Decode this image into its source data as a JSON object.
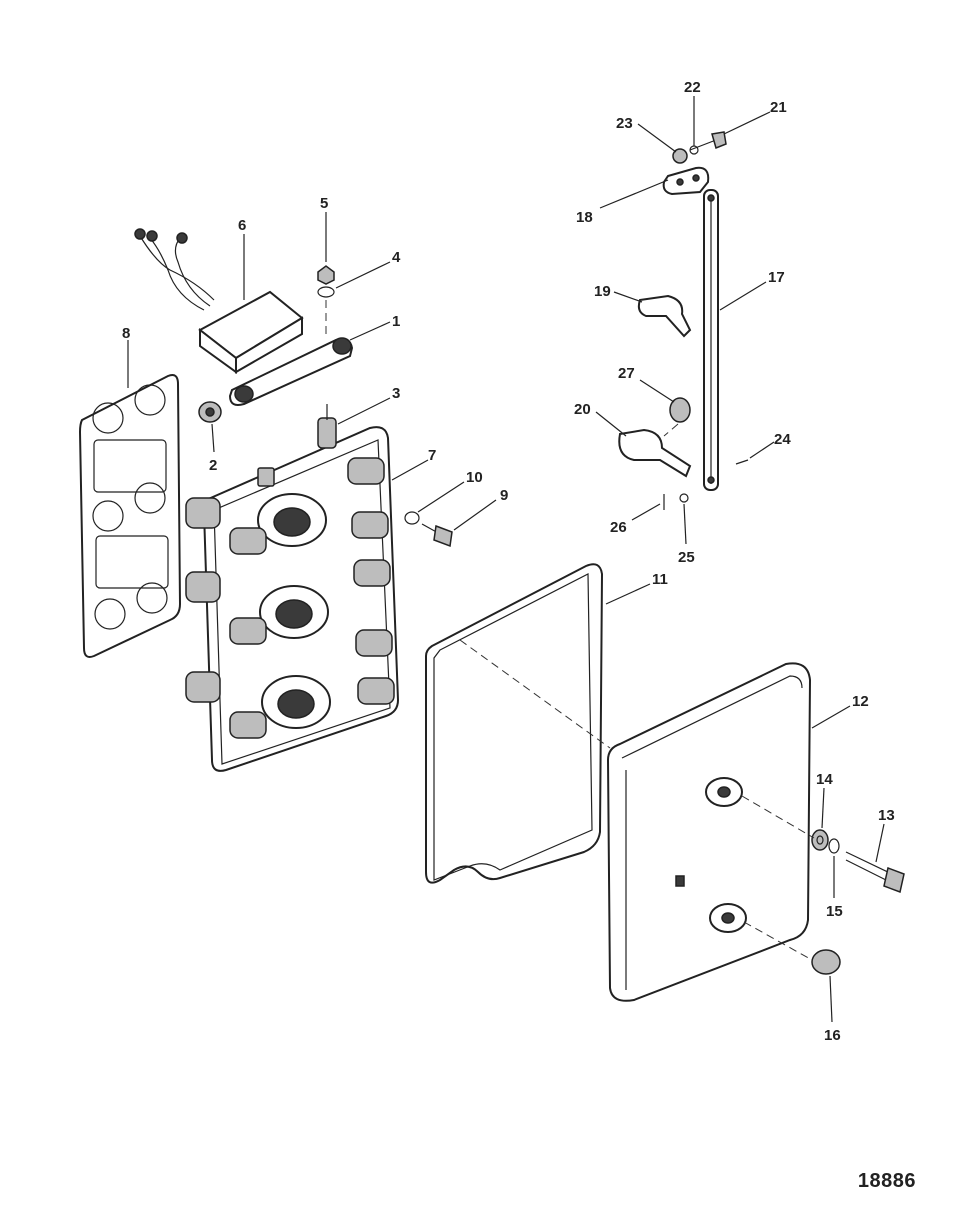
{
  "diagram": {
    "figure_number": "18886",
    "callouts": [
      "1",
      "2",
      "3",
      "4",
      "5",
      "6",
      "7",
      "8",
      "9",
      "10",
      "11",
      "12",
      "13",
      "14",
      "15",
      "16",
      "17",
      "18",
      "19",
      "20",
      "21",
      "22",
      "23",
      "24",
      "25",
      "26",
      "27"
    ]
  }
}
